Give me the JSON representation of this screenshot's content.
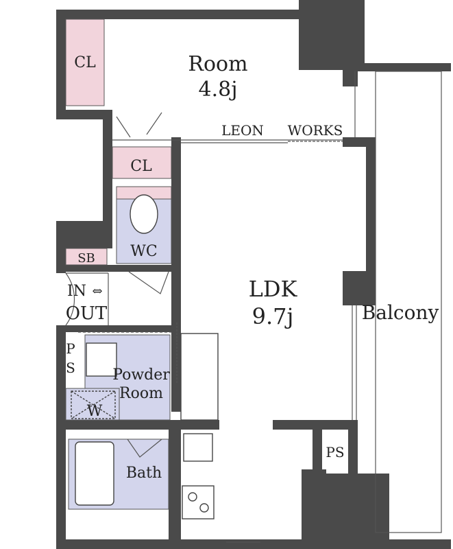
{
  "labels": {
    "room": "Room",
    "room_size": "4.8j",
    "leon": "LEON",
    "works": "WORKS",
    "cl_top": "CL",
    "cl_mid": "CL",
    "wc": "WC",
    "sb": "SB",
    "in": "IN",
    "arrow": "⇔",
    "out": "OUT",
    "ps_left_p": "P",
    "ps_left_s": "S",
    "powder": "Powder",
    "powder_room": "Room",
    "w": "W",
    "bath": "Bath",
    "ldk": "LDK",
    "ldk_size": "9.7j",
    "balcony": "Balcony",
    "ps_right": "PS"
  },
  "colors": {
    "wall": "#4a4a4a",
    "closet": "#f2d4dc",
    "wet": "#d3d5ec",
    "line": "#555555"
  }
}
